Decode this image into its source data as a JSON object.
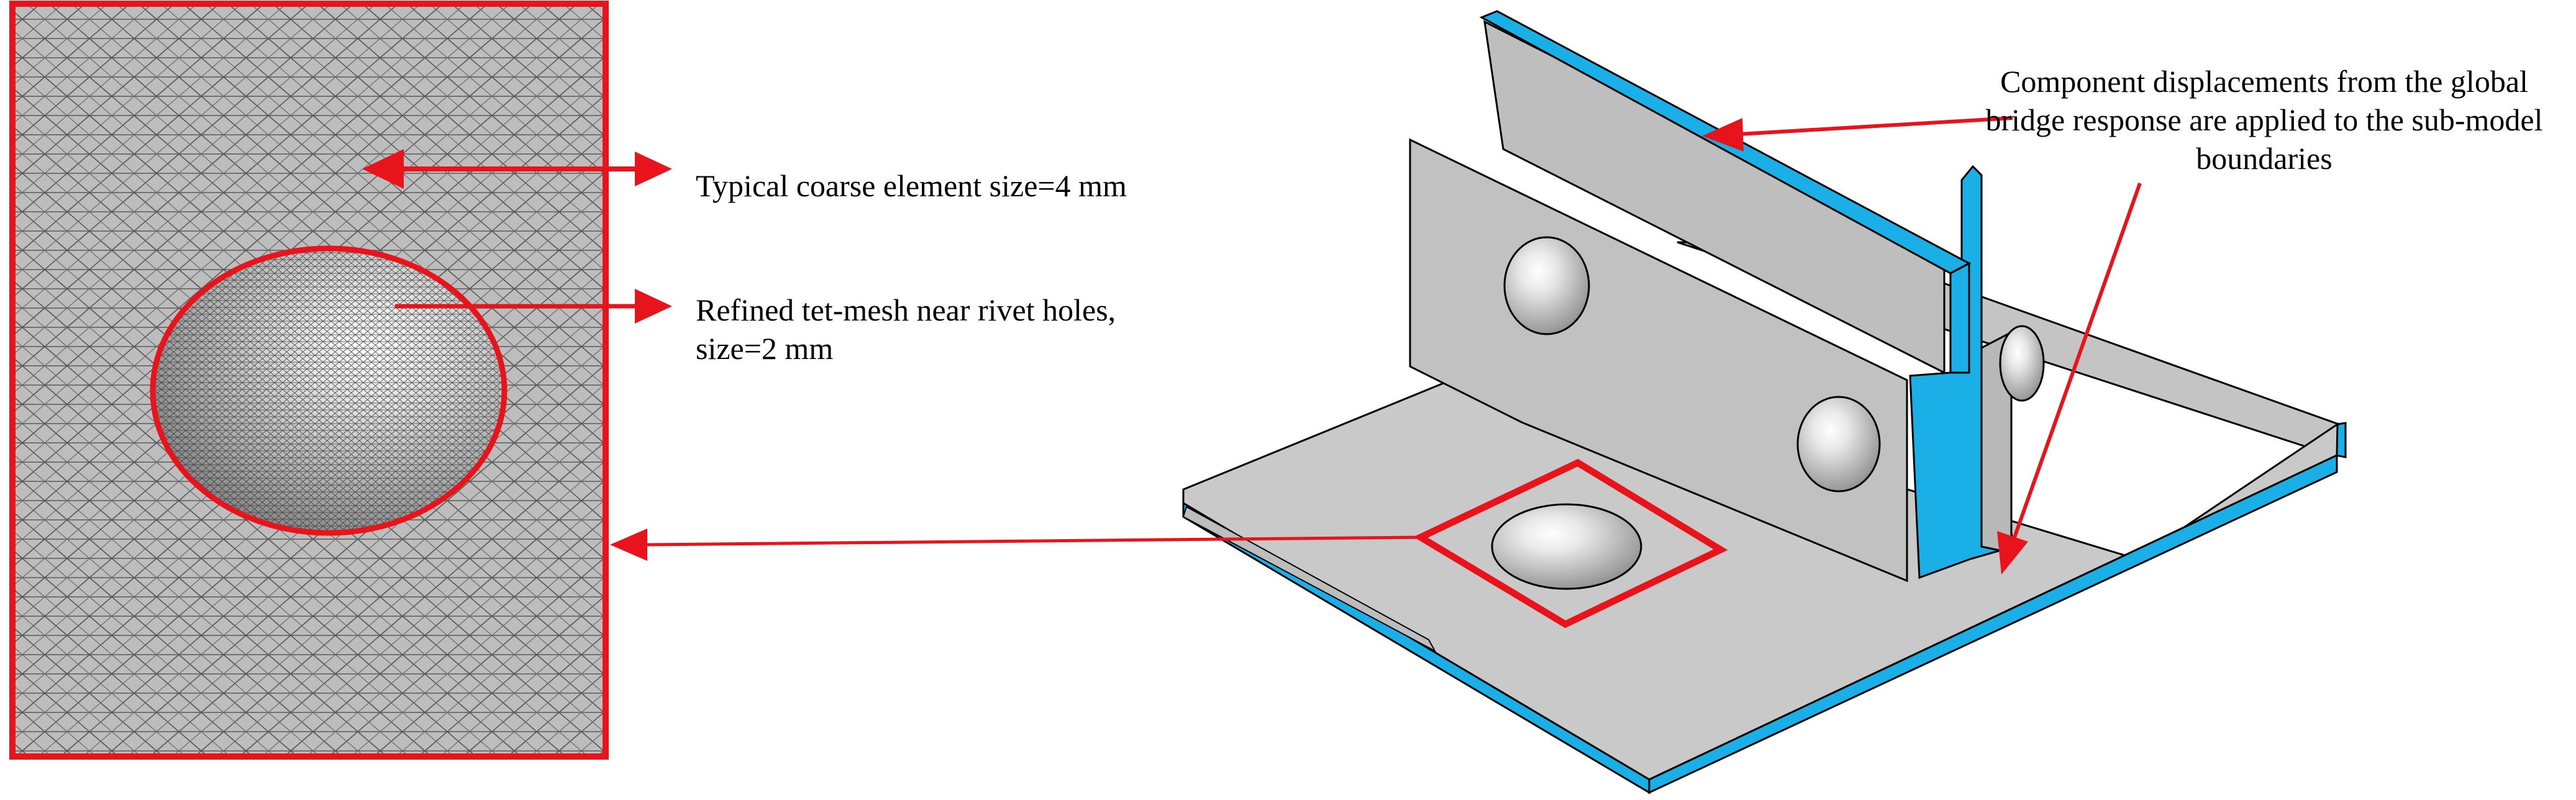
{
  "annotations": {
    "coarse": "Typical coarse element size=4 mm",
    "refined": "Refined tet-mesh near rivet holes, size=2 mm",
    "displacements": "Component displacements from the global bridge response are applied to the sub-model boundaries"
  },
  "colors": {
    "highlight": "#e8141c",
    "section": "#1aafe6",
    "steel": "#c8c8c8",
    "mesh_background": "#bdbdbd"
  }
}
